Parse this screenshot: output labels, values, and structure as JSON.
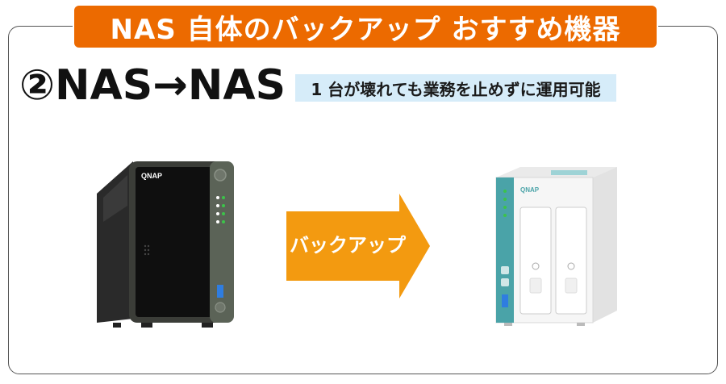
{
  "banner": {
    "title": "NAS 自体のバックアップ おすすめ機器"
  },
  "heading": {
    "text": "②NAS→NAS"
  },
  "subtitle": {
    "text": "1 台が壊れても業務を止めずに運用可能"
  },
  "arrow": {
    "label": "バックアップ",
    "color": "#f39a10"
  },
  "source_device": {
    "brand": "QNAP",
    "color": "#1c1c1c"
  },
  "target_device": {
    "brand": "QNAP",
    "color": "#f4f4f4",
    "accent": "#4aa3a8"
  },
  "colors": {
    "banner": "#ec6a00",
    "subtitle_bg": "#d6ecf9"
  }
}
